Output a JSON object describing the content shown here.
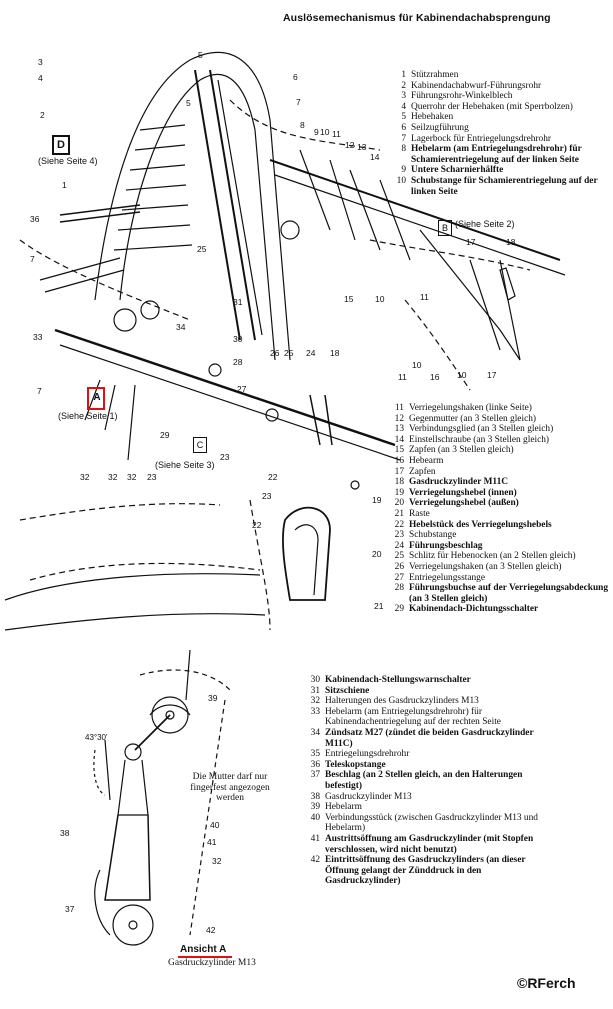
{
  "title": "Auslösemechanismus für Kabinendachabsprengung",
  "legend_top": [
    {
      "n": "1",
      "t": "Stützrahmen"
    },
    {
      "n": "2",
      "t": "Kabinendachabwurf-Führungsrohr"
    },
    {
      "n": "3",
      "t": "Führungsrohr-Winkelblech"
    },
    {
      "n": "4",
      "t": "Querrohr der Hebehaken (mit Sperrbolzen)"
    },
    {
      "n": "5",
      "t": "Hebehaken"
    },
    {
      "n": "6",
      "t": "Seilzugführung"
    },
    {
      "n": "7",
      "t": "Lagerbock für Entriegelungsdrehrohr"
    },
    {
      "n": "8",
      "t": "Hebelarm (am Entriegelungsdrehrohr) für Schamierentriegelung auf der linken Seite"
    },
    {
      "n": "9",
      "t": "Untere Scharnierhälfte"
    },
    {
      "n": "10",
      "t": "Schubstange für Schamierentriegelung auf der linken Seite"
    }
  ],
  "legend_mid": [
    {
      "n": "11",
      "t": "Verriegelungshaken (linke Seite)"
    },
    {
      "n": "12",
      "t": "Gegenmutter (an 3 Stellen gleich)"
    },
    {
      "n": "13",
      "t": "Verbindungsglied (an 3 Stellen gleich)"
    },
    {
      "n": "14",
      "t": "Einstellschraube (an 3 Stellen gleich)"
    },
    {
      "n": "15",
      "t": "Zapfen (an 3 Stellen gleich)"
    },
    {
      "n": "16",
      "t": "Hebearm"
    },
    {
      "n": "17",
      "t": "Zapfen"
    },
    {
      "n": "18",
      "t": "Gasdruckzylinder M11C"
    },
    {
      "n": "19",
      "t": "Verriegelungshebel (innen)"
    },
    {
      "n": "20",
      "t": "Verriegelungshebel (außen)"
    },
    {
      "n": "21",
      "t": "Raste"
    },
    {
      "n": "22",
      "t": "Hebelstück des Verriegelungshebels"
    },
    {
      "n": "23",
      "t": "Schubstange"
    },
    {
      "n": "24",
      "t": "Führungsbeschlag"
    },
    {
      "n": "25",
      "t": "Schlitz für Hebenocken (an 2 Stellen gleich)"
    },
    {
      "n": "26",
      "t": "Verriegelungshaken (an 3 Stellen gleich)"
    },
    {
      "n": "27",
      "t": "Entriegelungsstange"
    },
    {
      "n": "28",
      "t": "Führungsbuchse auf der Verriegelungsabdeckung (an 3 Stellen gleich)"
    },
    {
      "n": "29",
      "t": "Kabinendach-Dichtungsschalter"
    }
  ],
  "legend_bot": [
    {
      "n": "30",
      "t": "Kabinendach-Stellungswarnschalter"
    },
    {
      "n": "31",
      "t": "Sitzschiene"
    },
    {
      "n": "32",
      "t": "Halterungen des Gasdruckzylinders M13"
    },
    {
      "n": "33",
      "t": "Hebelarm (am Entriegelungsdrehrohr) für Kabinendachentriegelung auf der rechten Seite"
    },
    {
      "n": "34",
      "t": "Zündsatz M27 (zündet die beiden Gasdruckzylinder M11C)"
    },
    {
      "n": "35",
      "t": "Entriegelungsdrehrohr"
    },
    {
      "n": "36",
      "t": "Teleskopstange"
    },
    {
      "n": "37",
      "t": "Beschlag (an 2 Stellen gleich, an den Halterungen befestigt)"
    },
    {
      "n": "38",
      "t": "Gasdruckzylinder M13"
    },
    {
      "n": "39",
      "t": "Hebelarm"
    },
    {
      "n": "40",
      "t": "Verbindungsstück (zwischen Gasdruckzylinder M13 und Hebelarm)"
    },
    {
      "n": "41",
      "t": "Austrittsöffnung am Gasdruckzylinder (mit Stopfen verschlossen, wird nicht benutzt)"
    },
    {
      "n": "42",
      "t": "Eintrittsöffnung des Gasdruckzylinders (an dieser Öffnung gelangt der Zünddruck in den Gasdruckzylinder)"
    }
  ],
  "callouts": {
    "siehe4": "(Siehe Seite 4)",
    "siehe2": "(Siehe Seite 2)",
    "siehe1": "(Siehe Seite 1)",
    "siehe3": "(Siehe Seite 3)",
    "markD": "D",
    "markB": "B",
    "markA": "A",
    "markC": "C",
    "mutter": "Die Mutter darf nur fingerfest angezogen werden",
    "angle": "43°30'",
    "ansicht": "Ansicht A",
    "m13": "Gasdruckzylinder M13"
  },
  "copyright": "©RFerch"
}
